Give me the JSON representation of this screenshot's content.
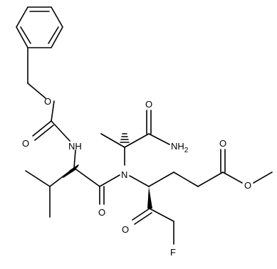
{
  "molecule": {
    "atom_labels": {
      "o_ester_link": "O",
      "o_carbamate": "O",
      "n_carbamate": "NH",
      "o_amide_top": "O",
      "n_amide": "NH",
      "n_amine": "N",
      "o_val_carbonyl": "O",
      "o_ketone": "O",
      "f": "F",
      "o_ester_carbonyl": "O",
      "o_methoxy": "O"
    },
    "amide_subscript": "2"
  },
  "colors": {
    "ink": "#000000",
    "background": "#ffffff"
  }
}
